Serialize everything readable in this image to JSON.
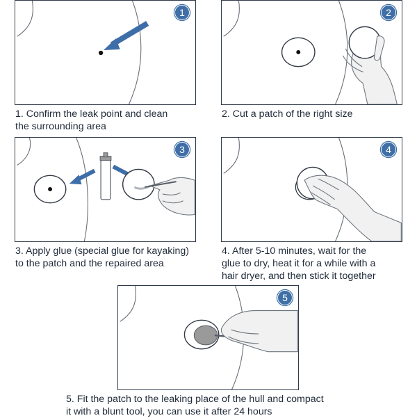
{
  "steps": [
    {
      "number": "1",
      "caption_lines": [
        "1. Confirm the leak point and clean",
        "the surrounding area"
      ]
    },
    {
      "number": "2",
      "caption_lines": [
        "2. Cut a patch of the right size"
      ]
    },
    {
      "number": "3",
      "caption_lines": [
        "3. Apply glue (special glue for kayaking)",
        "to the patch and the repaired area"
      ]
    },
    {
      "number": "4",
      "caption_lines": [
        "4. After 5-10 minutes, wait for the",
        "glue to dry, heat it for a while with a",
        "hair dryer, and then stick it together"
      ]
    },
    {
      "number": "5",
      "caption_lines": [
        "5. Fit the patch to the leaking place of the hull and compact",
        "it with a blunt tool, you can use it after 24 hours"
      ]
    }
  ],
  "colors": {
    "line": "#666e78",
    "arrow": "#3d6ea8",
    "badge": "#3f6fa6",
    "hand_fill": "#f1f1f1",
    "patch_fill": "#ffffff",
    "glue_fill": "#9a9a9a"
  },
  "icons": [
    "arrow-icon",
    "hand-icon",
    "patch-icon",
    "glue-tube-icon",
    "tool-icon"
  ]
}
